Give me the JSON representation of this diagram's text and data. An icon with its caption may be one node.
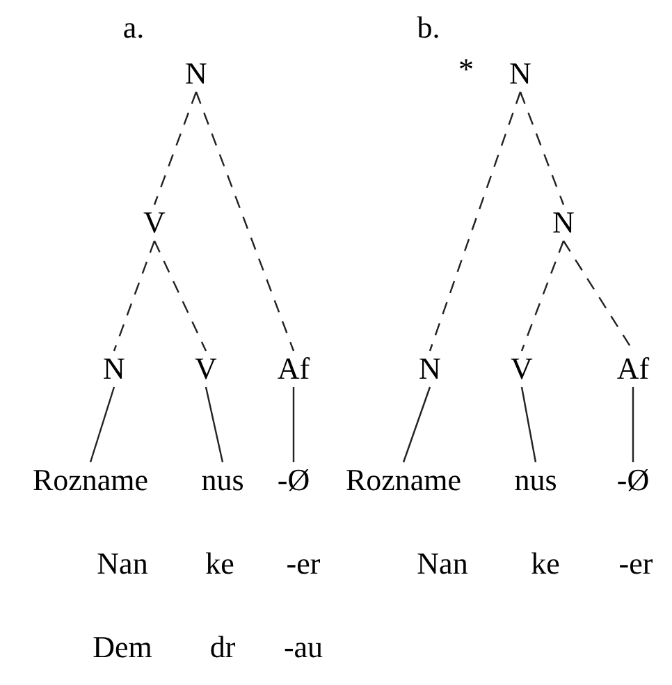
{
  "diagram": {
    "nodes": [
      {
        "text": [
          "N"
        ]
      },
      {
        "text": [
          "V"
        ]
      },
      {
        "text": [
          "N"
        ]
      },
      {
        "text": [
          "V"
        ]
      },
      {
        "text": [
          "Af"
        ]
      },
      {
        "text": [
          "Rozname"
        ]
      },
      {
        "text": [
          "nus"
        ]
      },
      {
        "text": [
          "-Ø"
        ]
      },
      {
        "text": [
          "N"
        ]
      },
      {
        "text": [
          "N"
        ]
      },
      {
        "text": [
          "N"
        ]
      },
      {
        "text": [
          "V"
        ]
      },
      {
        "text": [
          "Af"
        ]
      },
      {
        "text": [
          "Rozname"
        ]
      },
      {
        "text": [
          "nus"
        ]
      },
      {
        "text": [
          "-Ø"
        ]
      }
    ],
    "edges": [
      {
        "from": 0,
        "to": 1,
        "arrow": "none",
        "style": "dashed"
      },
      {
        "from": 0,
        "to": 4,
        "arrow": "none",
        "style": "dashed"
      },
      {
        "from": 1,
        "to": 2,
        "arrow": "none",
        "style": "dashed"
      },
      {
        "from": 1,
        "to": 3,
        "arrow": "none",
        "style": "dashed"
      },
      {
        "from": 2,
        "to": 5,
        "arrow": "none"
      },
      {
        "from": 3,
        "to": 6,
        "arrow": "none"
      },
      {
        "from": 4,
        "to": 7,
        "arrow": "none"
      },
      {
        "from": 8,
        "to": 10,
        "arrow": "none",
        "style": "dashed"
      },
      {
        "from": 8,
        "to": 9,
        "arrow": "none",
        "style": "dashed"
      },
      {
        "from": 9,
        "to": 11,
        "arrow": "none",
        "style": "dashed"
      },
      {
        "from": 9,
        "to": 12,
        "arrow": "none",
        "style": "dashed"
      },
      {
        "from": 10,
        "to": 13,
        "arrow": "none"
      },
      {
        "from": 11,
        "to": 14,
        "arrow": "none"
      },
      {
        "from": 12,
        "to": 15,
        "arrow": "none"
      }
    ],
    "labels": [
      "a.",
      "b.",
      "*",
      "Nan",
      "ke",
      "-er",
      "Nan",
      "ke",
      "-er",
      "Dem",
      "dr",
      "-au"
    ]
  }
}
